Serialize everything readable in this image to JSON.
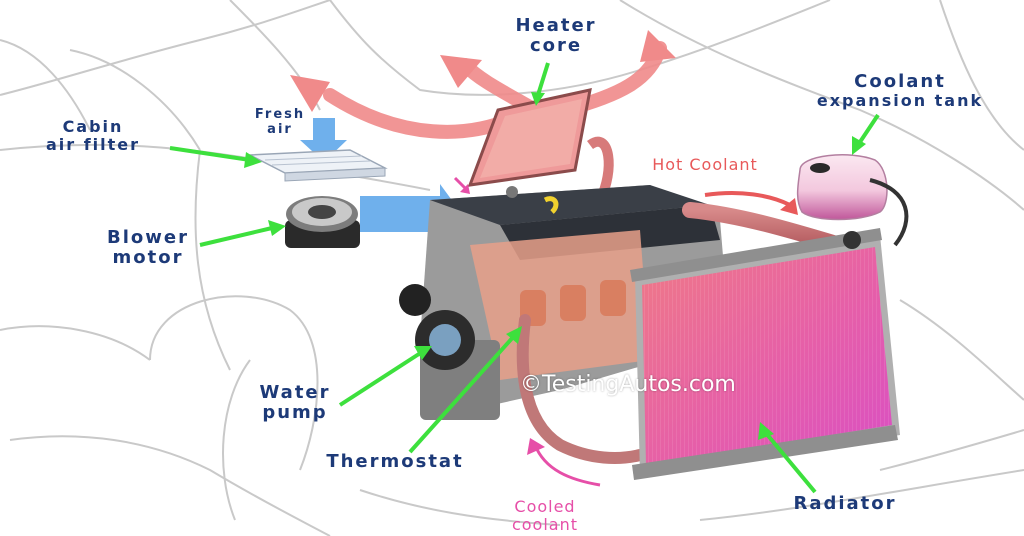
{
  "labels": {
    "heater_core": [
      "Heater",
      "core"
    ],
    "coolant_tank": [
      "Coolant",
      "expansion tank"
    ],
    "fresh_air": [
      "Fresh",
      "air"
    ],
    "cabin_filter": [
      "Cabin",
      "air filter"
    ],
    "hot_coolant": "Hot Coolant",
    "blower_motor": [
      "Blower",
      "motor"
    ],
    "water_pump": [
      "Water",
      "pump"
    ],
    "thermostat": "Thermostat",
    "cooled_coolant": [
      "Cooled",
      "coolant"
    ],
    "radiator": "Radiator"
  },
  "watermark": "©TestingAutos.com",
  "colors": {
    "label": "#1d3a78",
    "pointer": "#3de03d",
    "warm_air": "#f08a8a",
    "fresh_air": "#6fb0ec",
    "hot_coolant": "#e8595a",
    "cooled_coolant": "#e64fa8",
    "radiator": "#e96aa6",
    "coolant_tank": "#e08ac0"
  }
}
